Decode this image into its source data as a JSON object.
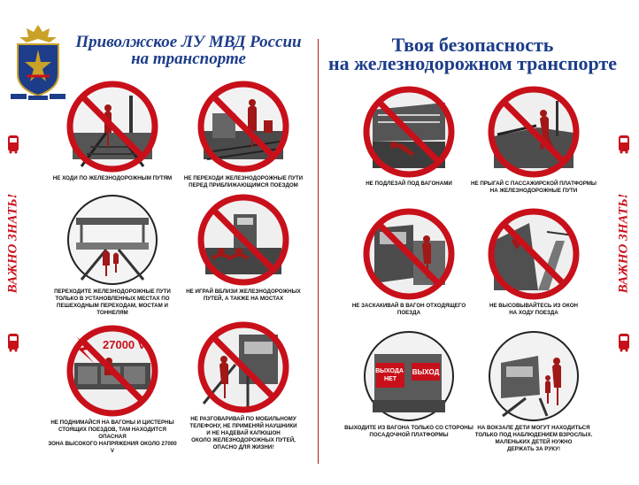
{
  "header": {
    "left_title_line1": "Приволжское ЛУ МВД России",
    "left_title_line2": "на транспорте",
    "right_title_line1": "Твоя безопасность",
    "right_title_line2": "на железнодорожном транспорте"
  },
  "side_banner": {
    "text": "ВАЖНО ЗНАТЬ!"
  },
  "colors": {
    "accent_red": "#c8101a",
    "title_blue": "#1d3d8a"
  },
  "panels": [
    {
      "caption": "НЕ ХОДИ ПО ЖЕЛЕЗНОДОРОЖНЫМ ПУТЯМ"
    },
    {
      "caption": "НЕ ПЕРЕХОДИ ЖЕЛЕЗНОДОРОЖНЫЕ ПУТИ\nПЕРЕД ПРИБЛИЖАЮЩИМСЯ ПОЕЗДОМ"
    },
    {
      "caption": "НЕ ПОДЛЕЗАЙ ПОД ВАГОНАМИ"
    },
    {
      "caption": "НЕ ПРЫГАЙ С ПАССАЖИРСКОЙ ПЛАТФОРМЫ\nНА ЖЕЛЕЗНОДОРОЖНЫЕ ПУТИ"
    },
    {
      "caption": "ПЕРЕХОДИТЕ ЖЕЛЕЗНОДОРОЖНЫЕ ПУТИ\nТОЛЬКО В УСТАНОВЛЕННЫХ МЕСТАХ ПО\nПЕШЕХОДНЫМ ПЕРЕХОДАМ, МОСТАМ И\nТОННЕЛЯМ"
    },
    {
      "caption": "НЕ ИГРАЙ ВБЛИЗИ ЖЕЛЕЗНОДОРОЖНЫХ\nПУТЕЙ, А ТАКЖЕ НА МОСТАХ"
    },
    {
      "caption": "НЕ ЗАСКАКИВАЙ В ВАГОН ОТХОДЯЩЕГО\nПОЕЗДА"
    },
    {
      "caption": "НЕ ВЫСОВЫВАЙТЕСЬ ИЗ ОКОН\nНА ХОДУ ПОЕЗДА"
    },
    {
      "caption": "НЕ ПОДНИМАЙСЯ НА ВАГОНЫ И ЦИСТЕРНЫ\nСТОЯЩИХ ПОЕЗДОВ, ТАМ НАХОДИТСЯ ОПАСНАЯ\nЗОНА ВЫСОКОГО НАПРЯЖЕНИЯ ОКОЛО 27000 V",
      "badge": "27000 V"
    },
    {
      "caption": "НЕ РАЗГОВАРИВАЙ ПО МОБИЛЬНОМУ\nТЕЛЕФОНУ, НЕ ПРИМЕНЯЙ НАУШНИКИ\nИ НЕ НАДЕВАЙ КАПЮШОН\nОКОЛО ЖЕЛЕЗНОДОРОЖНЫХ ПУТЕЙ,\nОПАСНО ДЛЯ ЖИЗНИ!"
    },
    {
      "caption": "ВЫХОДИТЕ ИЗ ВАГОНА ТОЛЬКО СО СТОРОНЫ\nПОСАДОЧНОЙ ПЛАТФОРМЫ",
      "door_left": "ВЫХОДА\nНЕТ",
      "door_right": "ВЫХОД"
    },
    {
      "caption": "НА ВОКЗАЛЕ ДЕТИ МОГУТ НАХОДИТЬСЯ\nТОЛЬКО ПОД НАБЛЮДЕНИЕМ ВЗРОСЛЫХ.\nМАЛЕНЬКИХ ДЕТЕЙ НУЖНО\nДЕРЖАТЬ ЗА РУКУ!"
    }
  ]
}
